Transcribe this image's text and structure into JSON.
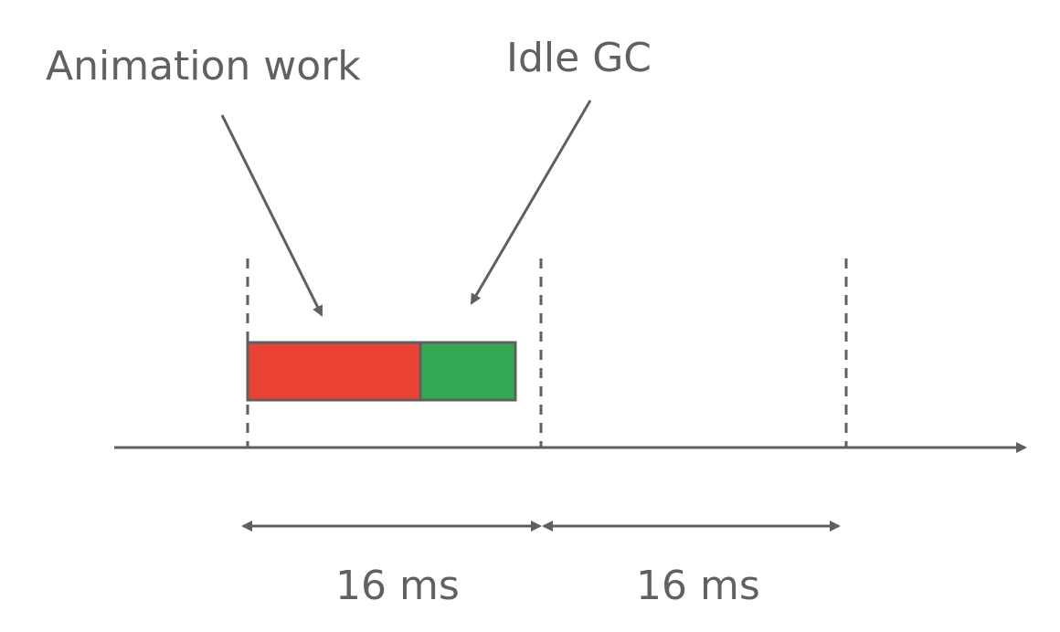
{
  "labels": {
    "animation_work": "Animation work",
    "idle_gc": "Idle GC"
  },
  "frames": [
    {
      "duration_label": "16 ms"
    },
    {
      "duration_label": "16 ms"
    }
  ],
  "colors": {
    "animation_work": "#EA4335",
    "idle_gc": "#34A853",
    "line": "#5f5f5f",
    "text": "#616161"
  }
}
